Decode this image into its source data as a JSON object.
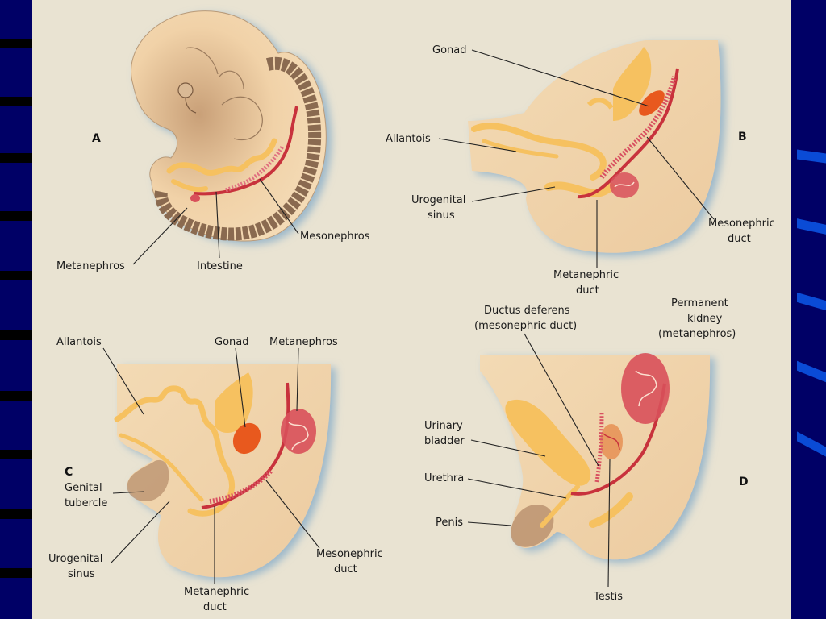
{
  "colors": {
    "background": "#000066",
    "page": "#e9e3d2",
    "tissue": "#f1d2a8",
    "yellow_structure": "#f6c160",
    "red_structure": "#c8323c",
    "gonad": "#e8591e",
    "somite": "#8a6a50"
  },
  "panels": {
    "A": {
      "letter": "A",
      "labels": {
        "mesonephros": "Mesonephros",
        "metanephros": "Metanephros",
        "intestine": "Intestine"
      }
    },
    "B": {
      "letter": "B",
      "labels": {
        "gonad": "Gonad",
        "allantois": "Allantois",
        "urogenital_sinus": [
          "Urogenital",
          "sinus"
        ],
        "mesonephric_duct": [
          "Mesonephric",
          "duct"
        ],
        "metanephric_duct": [
          "Metanephric",
          "duct"
        ]
      }
    },
    "C": {
      "letter": "C",
      "labels": {
        "allantois": "Allantois",
        "gonad": "Gonad",
        "metanephros": "Metanephros",
        "genital_tubercle": [
          "Genital",
          "tubercle"
        ],
        "urogenital_sinus": [
          "Urogenital",
          "sinus"
        ],
        "metanephric_duct": [
          "Metanephric",
          "duct"
        ],
        "mesonephric_duct": [
          "Mesonephric",
          "duct"
        ]
      }
    },
    "D": {
      "letter": "D",
      "labels": {
        "ductus_deferens": [
          "Ductus deferens",
          "(mesonephric duct)"
        ],
        "permanent_kidney": [
          "Permanent",
          "kidney",
          "(metanephros)"
        ],
        "urinary_bladder": [
          "Urinary",
          "bladder"
        ],
        "urethra": "Urethra",
        "penis": "Penis",
        "testis": "Testis"
      }
    }
  }
}
